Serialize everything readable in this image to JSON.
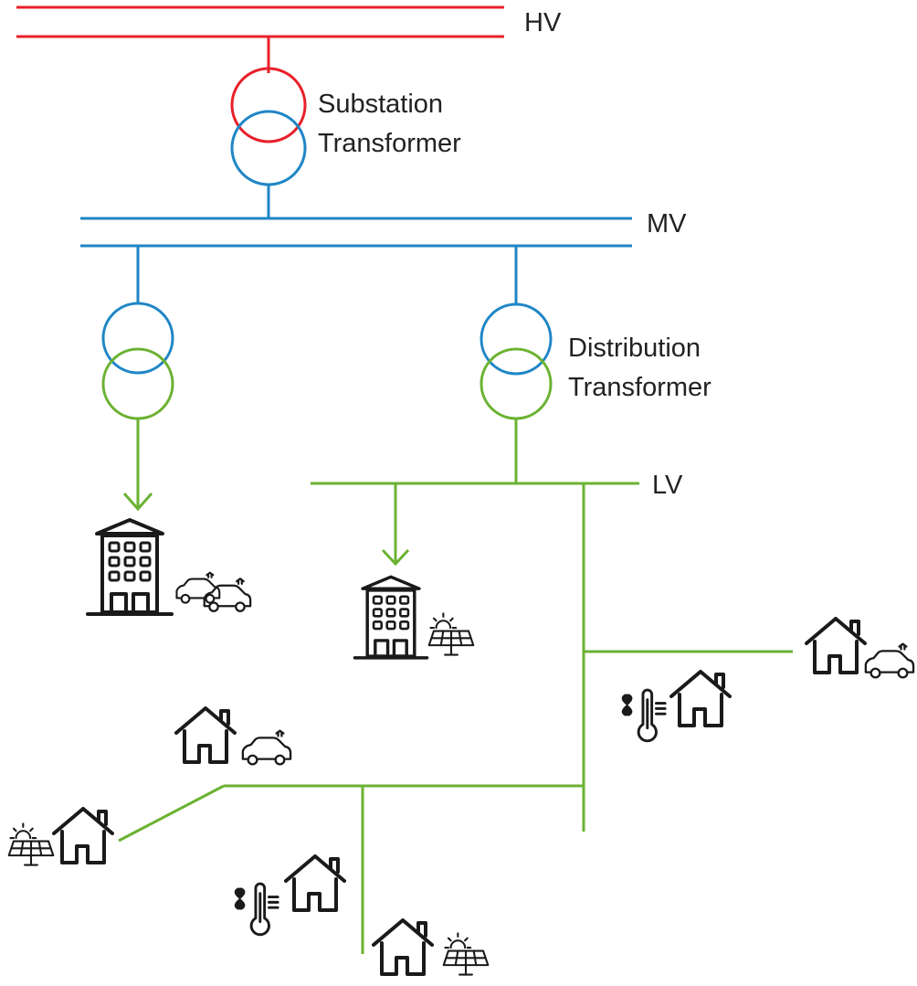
{
  "labels": {
    "hv": "HV",
    "substation_line1": "Substation",
    "substation_line2": "Transformer",
    "mv": "MV",
    "distribution_line1": "Distribution",
    "distribution_line2": "Transformer",
    "lv": "LV"
  },
  "colors": {
    "high_voltage": "#e8202a",
    "medium_voltage": "#1f86c6",
    "low_voltage": "#6bb232",
    "icons": "#1a1a1a"
  },
  "icons": [
    "apartment-building-icon",
    "electric-cars-icon",
    "office-building-icon",
    "solar-panel-icon",
    "house-icon",
    "electric-car-icon",
    "heat-pump-icon"
  ]
}
